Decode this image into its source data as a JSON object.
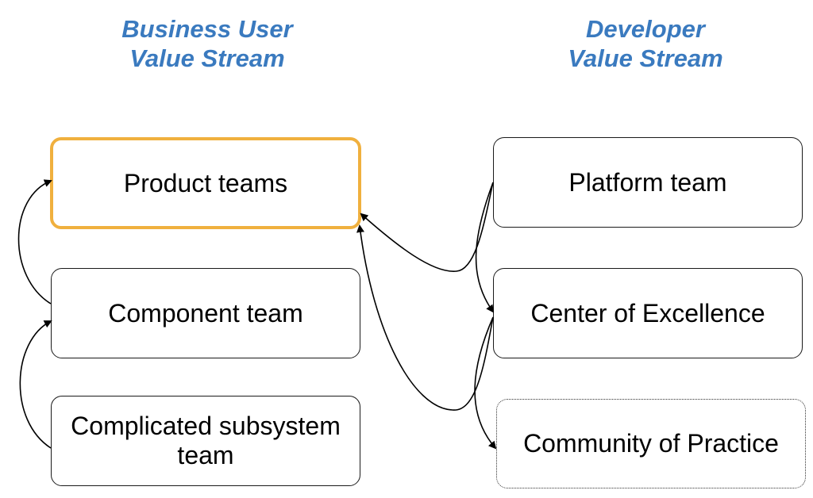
{
  "headings": {
    "left": {
      "line1": "Business User",
      "line2": "Value Stream"
    },
    "right": {
      "line1": "Developer",
      "line2": "Value Stream"
    }
  },
  "boxes": {
    "product_teams": "Product teams",
    "component_team": "Component team",
    "complicated_subsystem_line1": "Complicated subsystem",
    "complicated_subsystem_line2": "team",
    "platform_team": "Platform team",
    "center_of_excellence": "Center of Excellence",
    "community_of_practice": "Community of Practice"
  },
  "colors": {
    "heading": "#3a7abf",
    "highlight_border": "#f0b03e",
    "box_border": "#1a1a1a",
    "text": "#000000"
  }
}
